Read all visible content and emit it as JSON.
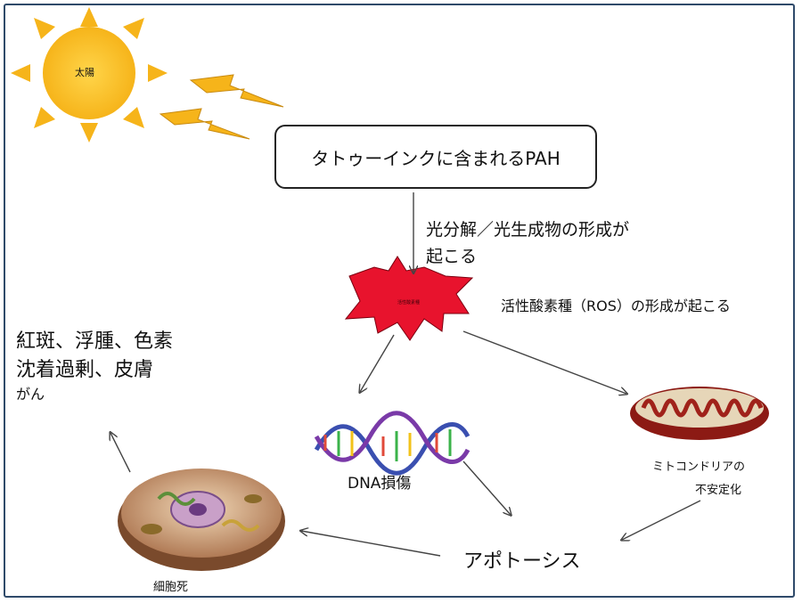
{
  "sun": {
    "label": "太陽",
    "color": "#f6b41a"
  },
  "tattoo_box": {
    "label": "タトゥーインクに含まれるPAH"
  },
  "photolysis": {
    "line1": "光分解／光生成物の形成が",
    "line2": "起こる"
  },
  "burst": {
    "label": "活性酸素種",
    "color": "#e8132d"
  },
  "ros": {
    "label": "活性酸素種（ROS）の形成が起こる"
  },
  "symptoms": {
    "line1": "紅斑、浮腫、色素",
    "line2": "沈着過剰、皮膚",
    "line3": "がん"
  },
  "dna": {
    "label": "DNA損傷"
  },
  "mito": {
    "line1": "ミトコンドリアの",
    "line2": "不安定化"
  },
  "apoptosis": {
    "label": "アポトーシス"
  },
  "cell": {
    "label": "細胞死"
  }
}
